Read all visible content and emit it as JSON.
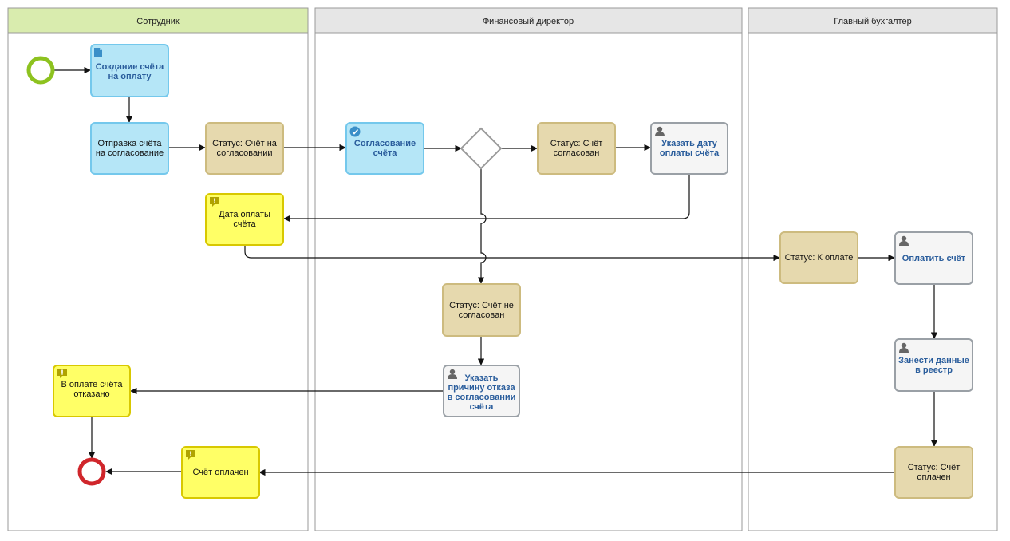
{
  "lanes": [
    {
      "title": "Сотрудник",
      "color": "#d9ecae"
    },
    {
      "title": "Финансовый директор",
      "color": "#e6e6e6"
    },
    {
      "title": "Главный бухгалтер",
      "color": "#e6e6e6"
    }
  ],
  "nodes": {
    "create_invoice": "Создание счёта\nна оплату",
    "send_for_approval": "Отправка счёта\nна согласование",
    "status_on_approval": "Статус: Счёт на\nсогласовании",
    "approve_invoice": "Согласование\nсчёта",
    "status_approved": "Статус: Счёт\nсогласован",
    "set_payment_date": "Указать дату\nоплаты счёта",
    "payment_date_notice": "Дата оплаты\nсчёта",
    "status_to_pay": "Статус: К оплате",
    "pay_invoice": "Оплатить счёт",
    "status_not_approved": "Статус: Счёт не\nсогласован",
    "reason_rejection": "Указать\nпричину отказа\nв согласовании\nсчёта",
    "payment_refused": "В оплате счёта\nотказано",
    "enter_register": "Занести данные\nв реестр",
    "status_paid": "Статус: Счёт\nоплачен",
    "invoice_paid": "Счёт оплачен"
  },
  "colors": {
    "task_blue_fill": "#b5e6f7",
    "task_blue_border": "#74c8ec",
    "status_fill": "#e6d9ae",
    "status_border": "#cdbb7f",
    "notice_fill": "#ffff66",
    "notice_border": "#d8c800",
    "user_task_fill": "#f5f5f5",
    "user_task_border": "#9aa0a6",
    "start_event": "#8dc21f",
    "end_event": "#d0262b"
  },
  "icons": {
    "document": "document-icon",
    "check": "check-icon",
    "user": "user-icon",
    "exclamation": "exclamation-icon"
  }
}
